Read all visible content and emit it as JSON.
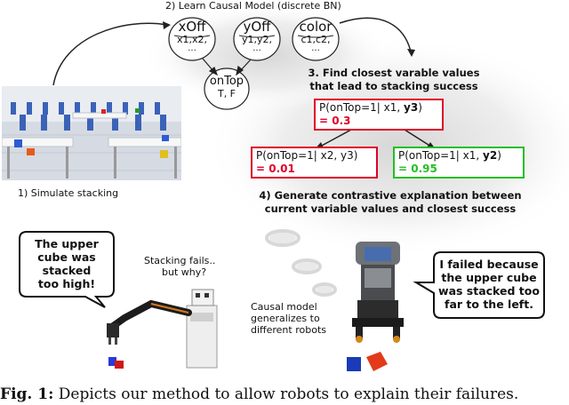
{
  "bn": {
    "title": "2) Learn Causal Model (discrete BN)",
    "nodes": [
      {
        "name": "xOff",
        "values": "x1,x2,",
        "more": "..."
      },
      {
        "name": "yOff",
        "values": "y1,y2,",
        "more": "..."
      },
      {
        "name": "color",
        "values": "c1,c2,",
        "more": "..."
      },
      {
        "name": "onTop",
        "values": "T, F"
      }
    ]
  },
  "simulate_label": "1) Simulate stacking",
  "step3": {
    "line1": "3. Find closest varable values",
    "line2": "that lead to stacking success"
  },
  "prob_top": {
    "expr_pre": "P(onTop=1| x1, ",
    "expr_bold": "y3",
    "expr_post": ")",
    "value": "= 0.3",
    "border": "#e0002a",
    "value_color": "#e0002a"
  },
  "prob_left": {
    "expr": "P(onTop=1| x2, y3)",
    "value": "= 0.01",
    "border": "#e0002a",
    "value_color": "#e0002a"
  },
  "prob_right": {
    "expr_pre": "P(onTop=1| x1, ",
    "expr_bold": "y2",
    "expr_post": ")",
    "value": "= 0.95",
    "border": "#22c022",
    "value_color": "#22c022"
  },
  "step4": {
    "line1": "4) Generate contrastive explanation between",
    "line2": "current variable values and closest success"
  },
  "speech_left": [
    "The upper",
    "cube was",
    "stacked",
    "too high!"
  ],
  "stacking_note": [
    "Stacking fails..",
    "but why?"
  ],
  "causal_note": [
    "Causal model",
    "generalizes to",
    "different robots"
  ],
  "speech_right": [
    "I failed because",
    "the upper cube",
    "was stacked too",
    "far to the left."
  ],
  "caption": {
    "fig": "Fig. 1:",
    "text": " Depicts our method to allow robots to explain their failures."
  }
}
